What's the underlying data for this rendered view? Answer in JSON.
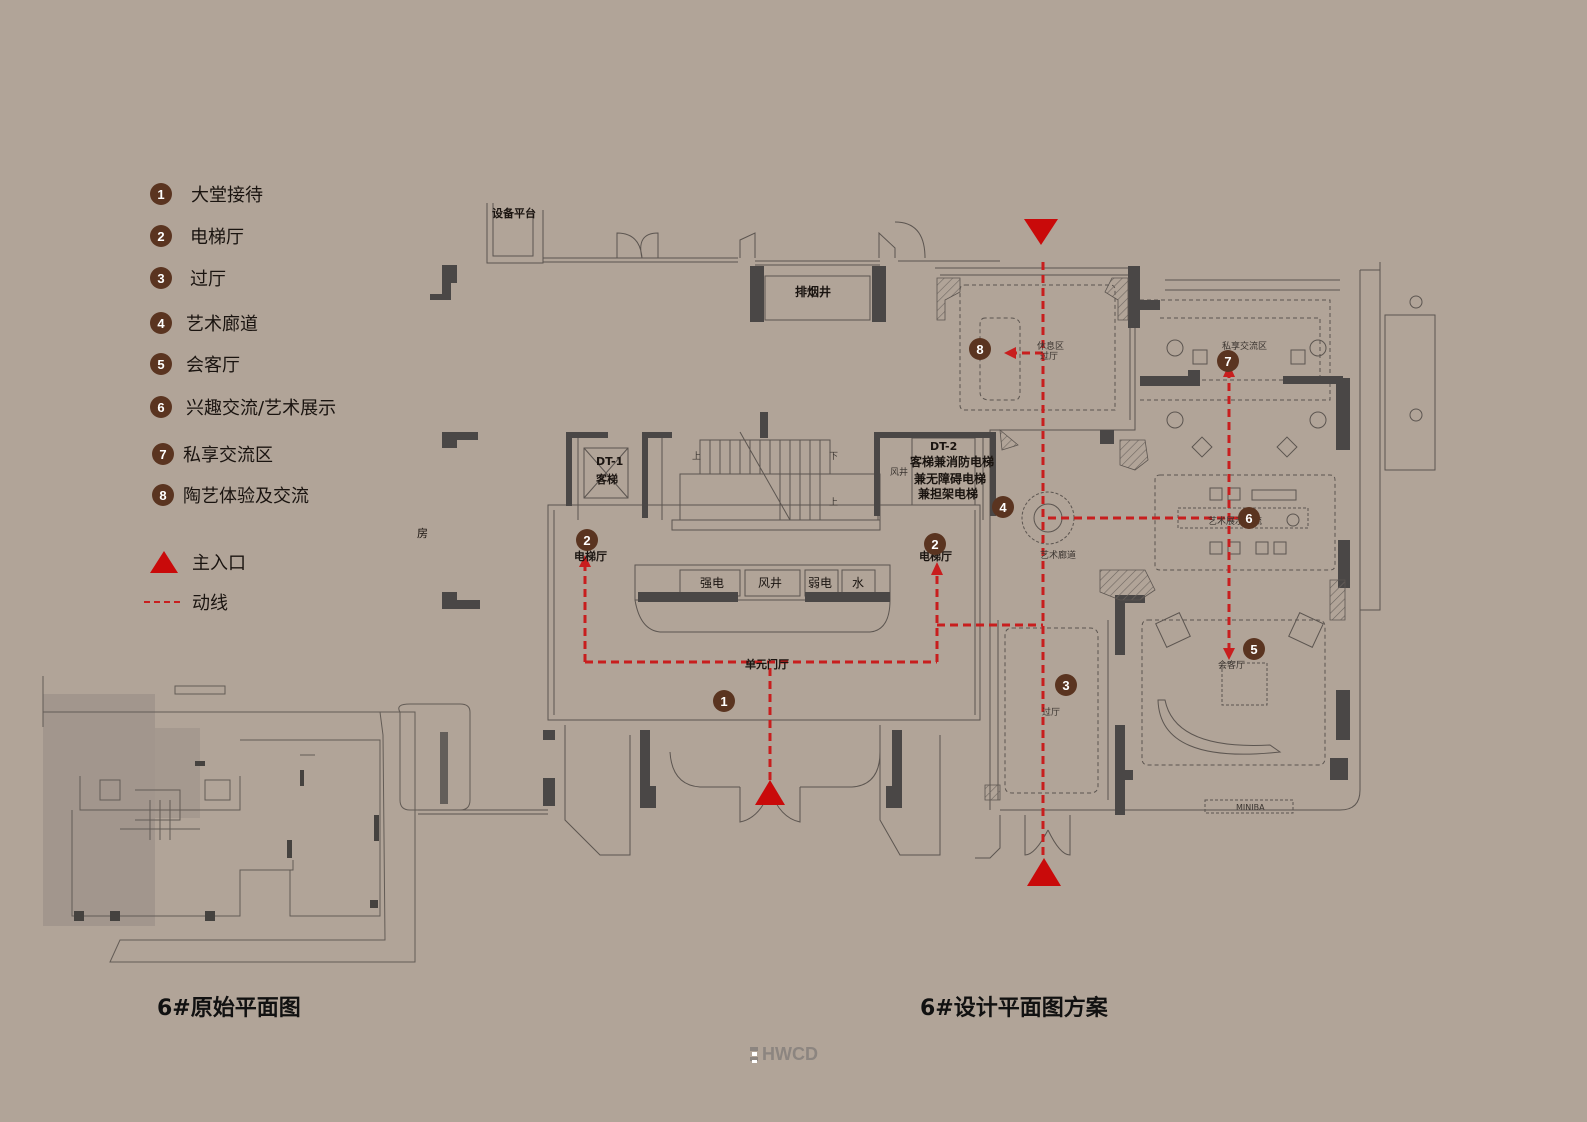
{
  "legend": {
    "items": [
      {
        "num": "1",
        "label": "大堂接待"
      },
      {
        "num": "2",
        "label": "电梯厅"
      },
      {
        "num": "3",
        "label": "过厅"
      },
      {
        "num": "4",
        "label": "艺术廊道"
      },
      {
        "num": "5",
        "label": "会客厅"
      },
      {
        "num": "6",
        "label": "兴趣交流/艺术展示"
      },
      {
        "num": "7",
        "label": "私享交流区"
      },
      {
        "num": "8",
        "label": "陶艺体验及交流"
      }
    ],
    "entrance_label": "主入口",
    "flow_label": "动线"
  },
  "colors": {
    "background": "#b1a498",
    "badge": "#5a3420",
    "entrance": "#c90a0a",
    "flow_line": "#c81e1e",
    "wall": "#4a4746",
    "line": "#5c5550"
  },
  "plan_labels": {
    "equipment_platform": "设备平台",
    "smoke_shaft": "排烟井",
    "room": "房",
    "dt1": "DT-1",
    "dt1_type": "客梯",
    "dt2": "DT-2",
    "dt2_line1": "客梯兼消防电梯",
    "dt2_line2": "兼无障碍电梯",
    "dt2_line3": "兼担架电梯",
    "wind_well_small": "风井",
    "up1": "上",
    "up2": "上",
    "down": "下",
    "elevator_hall_left": "电梯厅",
    "elevator_hall_right": "电梯厅",
    "strong_power": "强电",
    "wind_well": "风井",
    "weak_power": "弱电",
    "water": "水",
    "unit_lobby": "单元门厅",
    "rest_area": "休息区",
    "rest_area_sub": "过厅",
    "private_area": "私享交流区",
    "art_corridor": "艺术廊道",
    "art_display": "艺术展示交流",
    "hallway": "过厅",
    "reception_room": "会客厅",
    "minibar": "MINIBA"
  },
  "plan_badges": {
    "b1": "1",
    "b2a": "2",
    "b2b": "2",
    "b3": "3",
    "b4": "4",
    "b5": "5",
    "b6": "6",
    "b7": "7",
    "b8": "8"
  },
  "captions": {
    "original": "6#原始平面图",
    "design": "6#设计平面图方案"
  },
  "logo": "HWCD"
}
